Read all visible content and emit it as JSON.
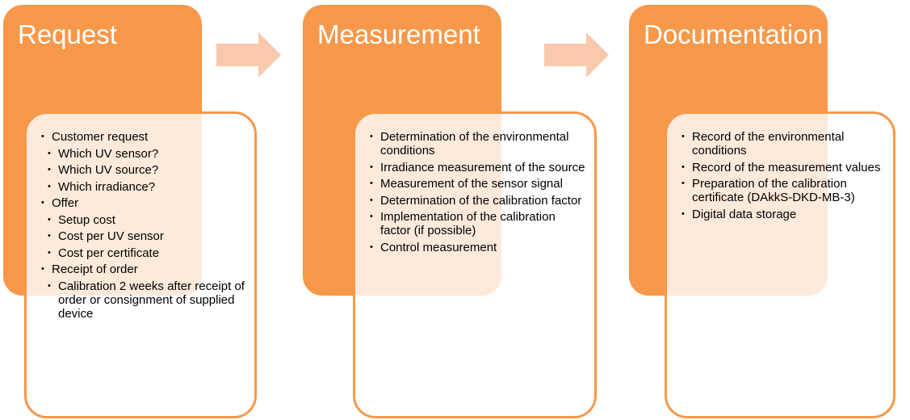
{
  "colors": {
    "stage_fill": "#f7984a",
    "card_border": "#f7984a",
    "arrow_fill": "#f9c9ad",
    "title_text": "#ffffff",
    "body_text": "#000000"
  },
  "stages": [
    {
      "title": "Request",
      "items": [
        {
          "text": "Customer request",
          "level": 1
        },
        {
          "text": "Which UV sensor?",
          "level": 2
        },
        {
          "text": "Which UV source?",
          "level": 2
        },
        {
          "text": "Which irradiance?",
          "level": 2
        },
        {
          "text": "Offer",
          "level": 1
        },
        {
          "text": "Setup cost",
          "level": 2
        },
        {
          "text": "Cost per UV sensor",
          "level": 2
        },
        {
          "text": "Cost per certificate",
          "level": 2
        },
        {
          "text": "Receipt of order",
          "level": 1
        },
        {
          "text": "Calibration 2 weeks after receipt of order or consignment of supplied device",
          "level": 2
        }
      ]
    },
    {
      "title": "Measurement",
      "items": [
        {
          "text": "Determination of the environmental conditions",
          "level": 1
        },
        {
          "text": "Irradiance measurement of the source",
          "level": 1
        },
        {
          "text": "Measurement of the sensor signal",
          "level": 1
        },
        {
          "text": "Determination of the calibration factor",
          "level": 1
        },
        {
          "text": "Implementation of the calibration factor (if possible)",
          "level": 1
        },
        {
          "text": "Control measurement",
          "level": 1
        }
      ]
    },
    {
      "title": "Documentation",
      "items": [
        {
          "text": "Record of the environmental conditions",
          "level": 1
        },
        {
          "text": "Record of the measurement values",
          "level": 1
        },
        {
          "text": "Preparation of the calibration certificate (DAkkS-DKD-MB-3)",
          "level": 1
        },
        {
          "text": "Digital data storage",
          "level": 1
        }
      ]
    }
  ],
  "arrows": [
    {
      "icon": "right-arrow-icon"
    },
    {
      "icon": "right-arrow-icon"
    }
  ]
}
